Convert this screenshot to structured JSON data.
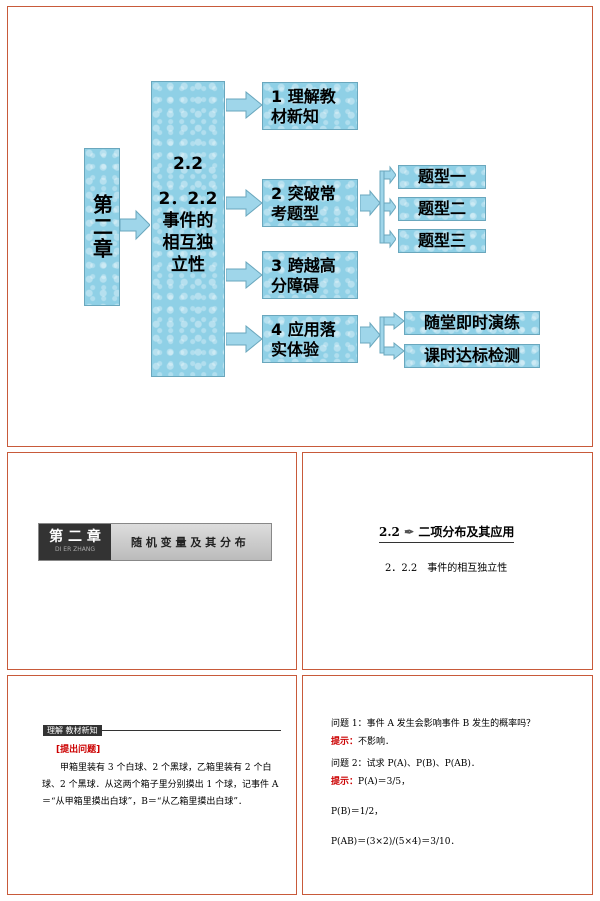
{
  "mindmap": {
    "chapter": "第二章",
    "section_num": "2.2",
    "section_title": "2．2.2 事件的相互独立性",
    "branches": [
      "1 理解教材新知",
      "2 突破常考题型",
      "3 跨越高分障碍",
      "4 应用落实体验"
    ],
    "types": [
      "题型一",
      "题型二",
      "题型三"
    ],
    "practice": [
      "随堂即时演练",
      "课时达标检测"
    ]
  },
  "cover": {
    "chapter": "第 二 章",
    "pinyin": "DI ER ZHANG",
    "title": "随 机 变 量 及 其 分 布"
  },
  "section": {
    "heading": "2.2",
    "heading_title": "二项分布及其应用",
    "sub": "2．2.2　事件的相互独立性"
  },
  "problem": {
    "banner": "理解 教材新知",
    "label": "[提出问题]",
    "text": "甲箱里装有 3 个白球、2 个黑球，乙箱里装有 2 个白球、2 个黑球．从这两个箱子里分别摸出 1 个球，记事件 A＝“从甲箱里摸出白球”，B＝“从乙箱里摸出白球”．"
  },
  "questions": {
    "q1": "问题 1：事件 A 发生会影响事件 B 发生的概率吗？",
    "hint_label": "提示：",
    "a1": "不影响．",
    "q2": "问题 2：试求 P(A)、P(B)、P(AB)．",
    "pa": "P(A)＝3/5，",
    "pb": "P(B)＝1/2，",
    "pab": "P(AB)＝(3×2)/(5×4)＝3/10．"
  }
}
